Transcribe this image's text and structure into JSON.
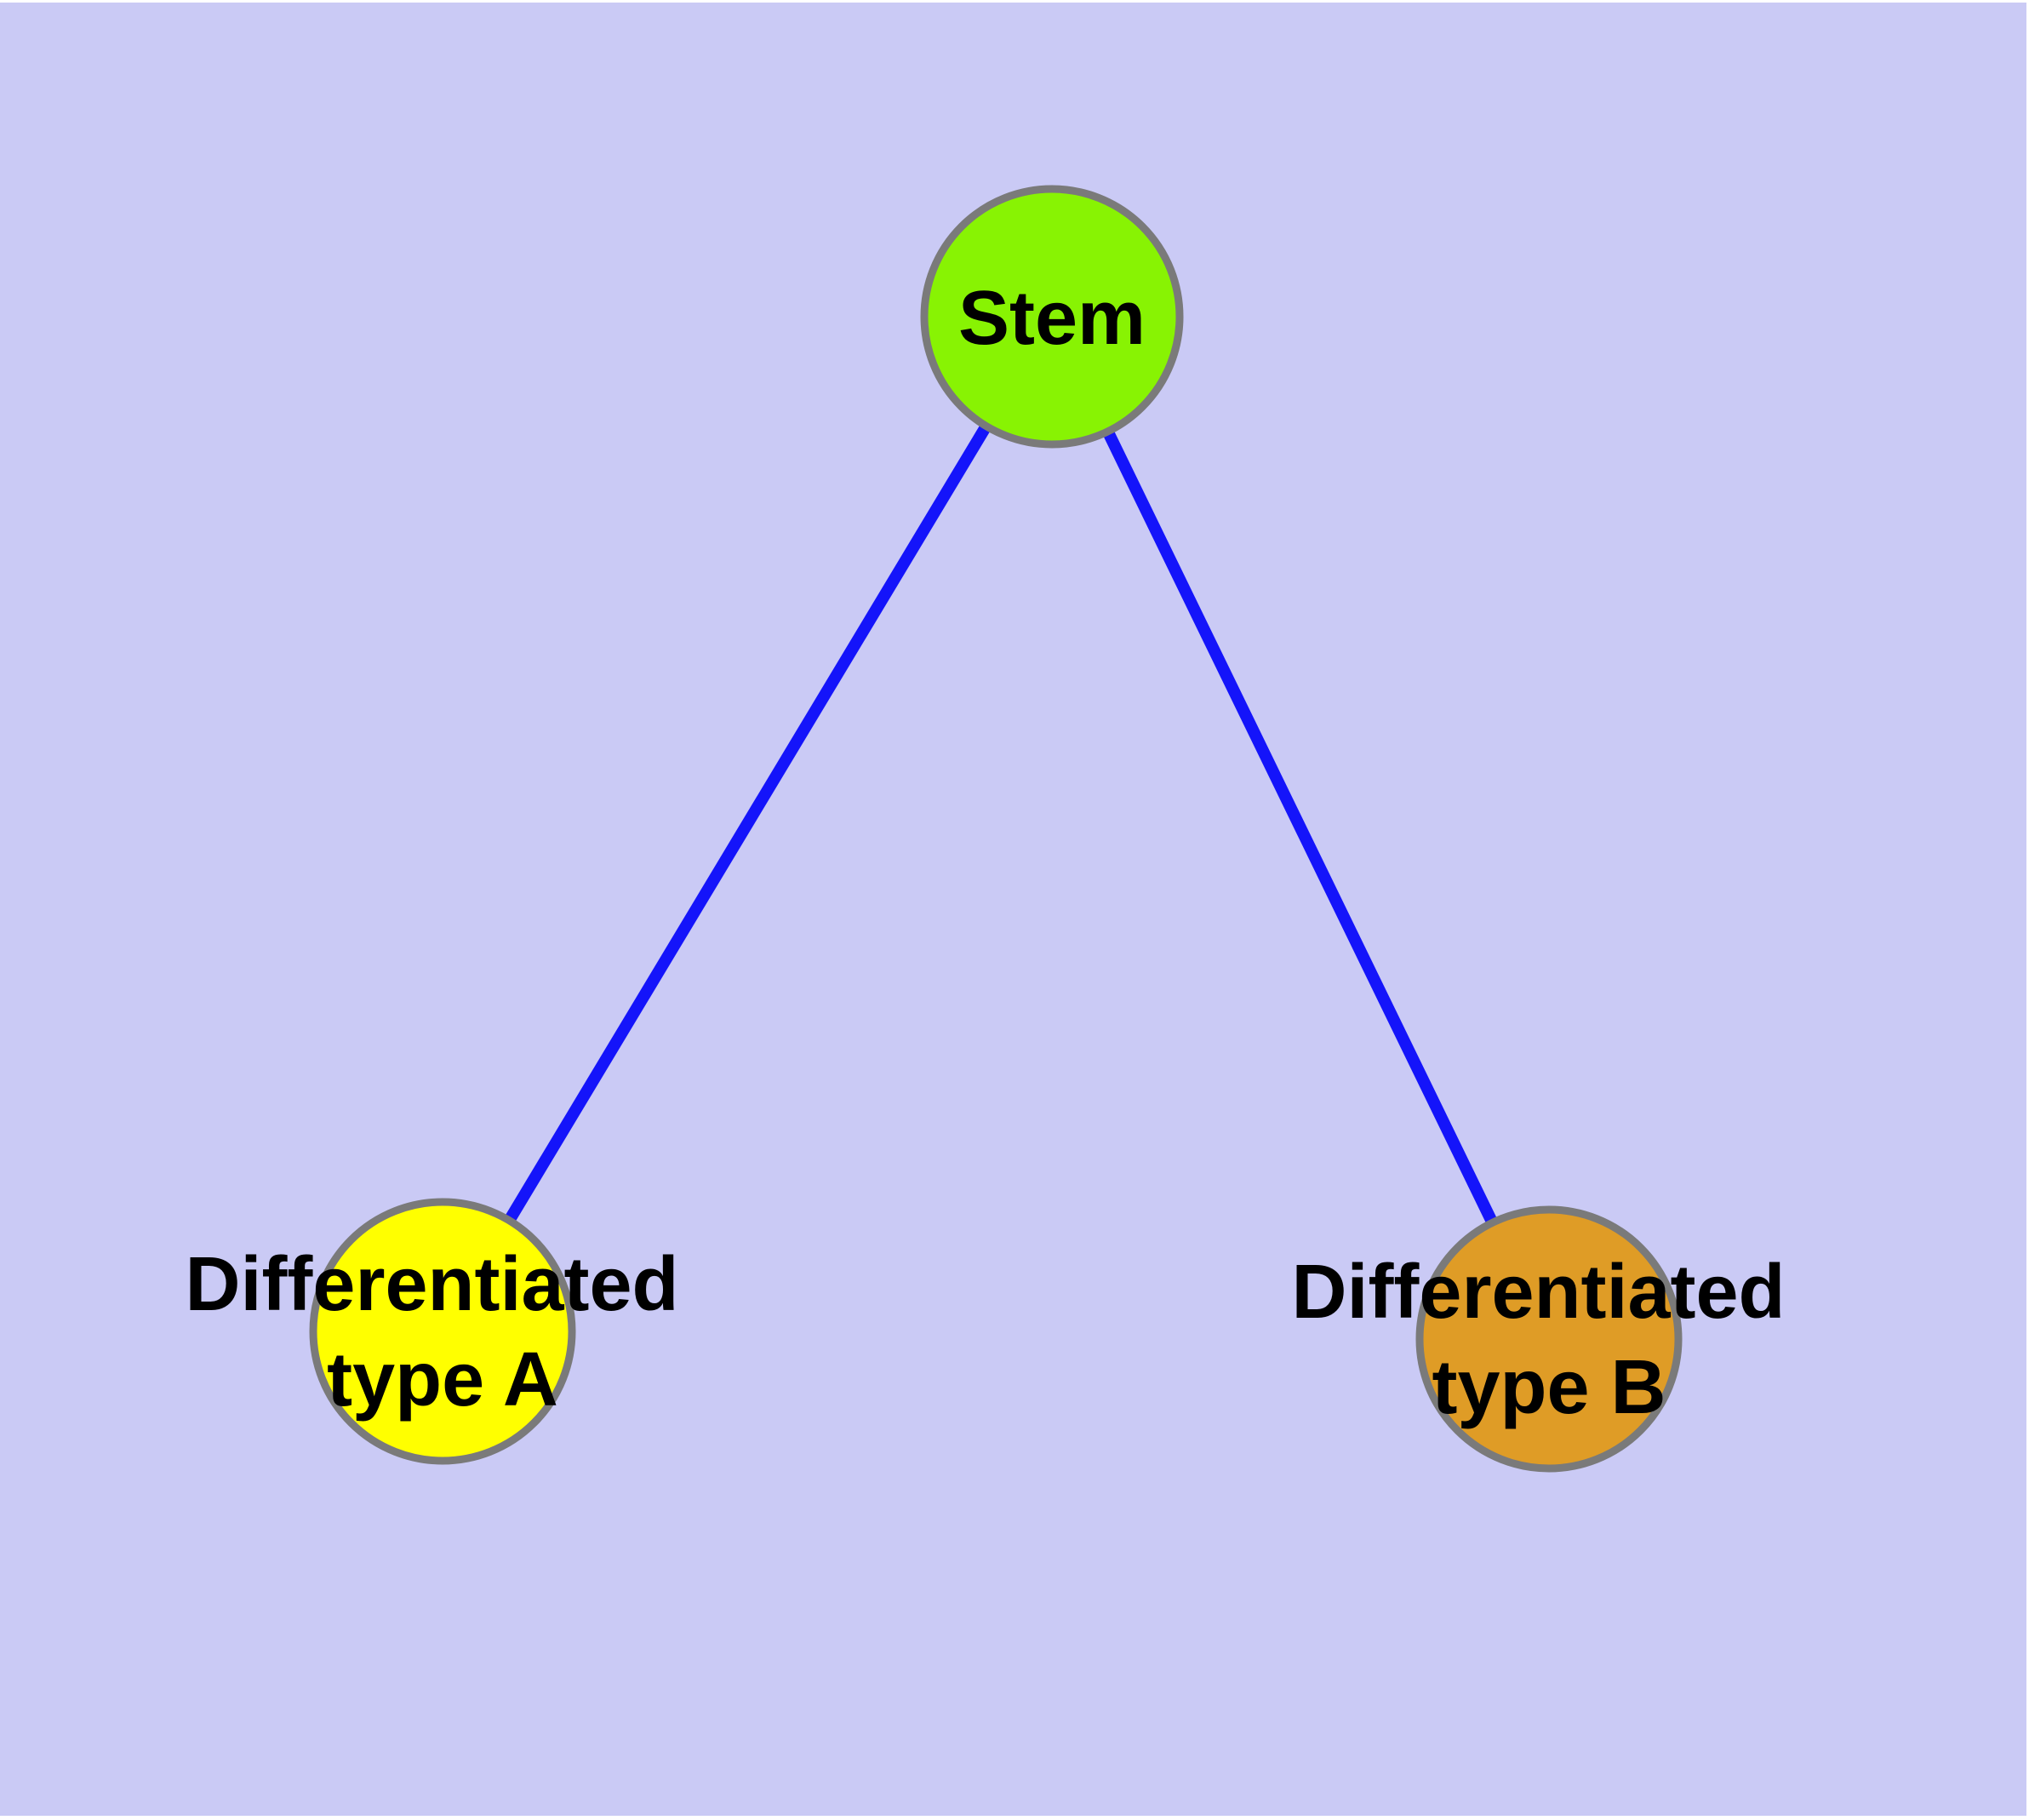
{
  "diagram": {
    "background_color": "#CACAF5",
    "margin_color": "#FFFFFF",
    "edge_color": "#1414FA",
    "node_border_color": "#7A7A7A",
    "nodes": {
      "stem": {
        "label": "Stem",
        "fill": "#88F303"
      },
      "diff_a": {
        "label_line1": "Differentiated",
        "label_line2": "type A",
        "fill": "#FFFF00"
      },
      "diff_b": {
        "label_line1": "Differentiated",
        "label_line2": "type B",
        "fill": "#DF9C26"
      }
    },
    "edges": [
      {
        "from": "Stem",
        "to": "Differentiated type A"
      },
      {
        "from": "Stem",
        "to": "Differentiated type B"
      }
    ]
  }
}
